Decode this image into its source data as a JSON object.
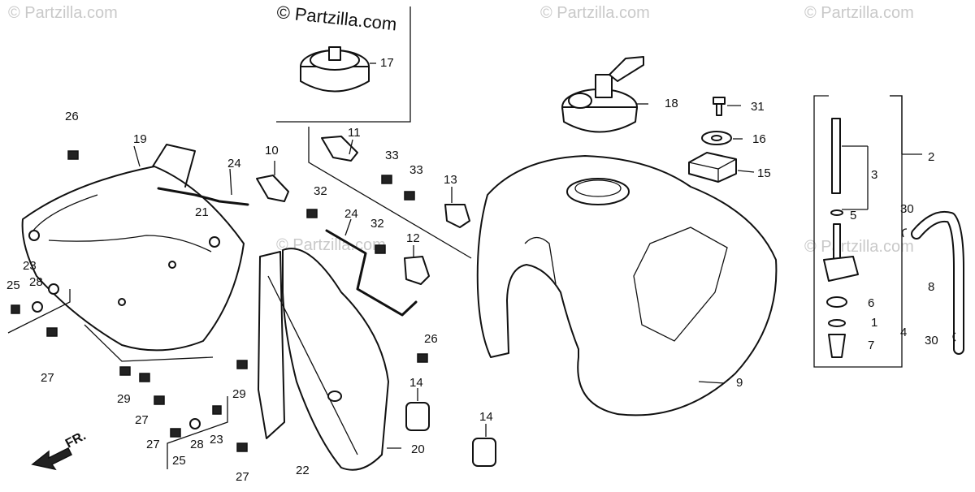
{
  "watermarks": {
    "main": "© Partzilla.com",
    "faint": [
      "© Partzilla.com",
      "© Partzilla.com",
      "© Partzilla.com",
      "© Partzilla.com",
      "© Partzilla.com"
    ]
  },
  "direction_label": "FR.",
  "callouts": [
    "1",
    "2",
    "3",
    "4",
    "5",
    "6",
    "7",
    "8",
    "9",
    "10",
    "11",
    "12",
    "13",
    "14",
    "14",
    "15",
    "16",
    "17",
    "18",
    "19",
    "20",
    "21",
    "22",
    "23",
    "23",
    "24",
    "24",
    "25",
    "25",
    "26",
    "26",
    "27",
    "27",
    "27",
    "27",
    "28",
    "28",
    "29",
    "29",
    "30",
    "30",
    "31",
    "32",
    "32",
    "33",
    "33"
  ]
}
